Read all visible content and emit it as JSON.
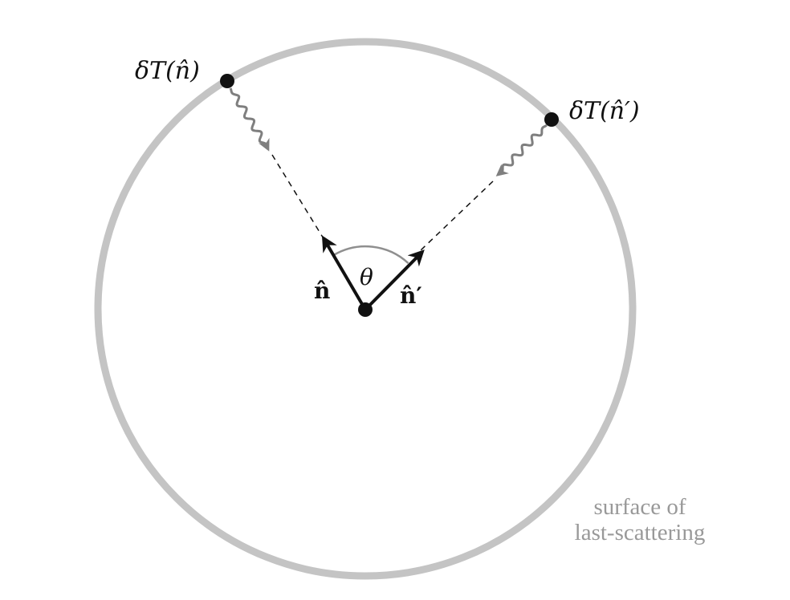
{
  "labels": {
    "point_left": "δT(n̂)",
    "point_right": "δT(n̂′)",
    "vector_left": "n̂",
    "vector_right": "n̂′",
    "angle": "θ",
    "surface_line1": "surface of",
    "surface_line2": "last-scattering"
  },
  "colors": {
    "surface": "#c4c4c4",
    "foreground": "#111111",
    "photon_path": "#7f7f7f",
    "angle_arc": "#8f8f8f",
    "caption": "#999999",
    "background": "#ffffff"
  }
}
